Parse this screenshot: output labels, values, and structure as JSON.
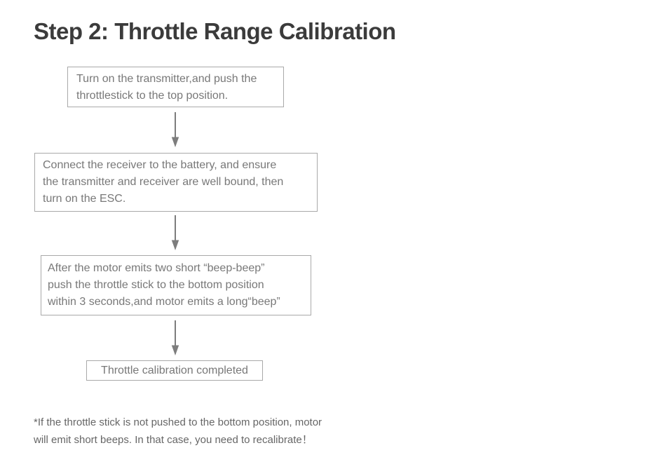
{
  "title": "Step 2: Throttle Range Calibration",
  "flowchart": {
    "steps": [
      {
        "text": "Turn on the transmitter,and push the\nthrottlestick to the top position."
      },
      {
        "text": "Connect the receiver to the battery, and ensure\nthe transmitter and receiver are well bound, then\nturn on the ESC."
      },
      {
        "text": "After the motor emits two short “beep-beep”\npush the throttle stick to the bottom position\nwithin 3 seconds,and motor emits a long“beep”"
      },
      {
        "text": "Throttle calibration completed"
      }
    ],
    "connector_icon": "down-arrow"
  },
  "footnote": "*If the throttle stick is not pushed to the bottom position, motor\nwill emit short beeps. In that case, you need to recalibrate！",
  "colors": {
    "background": "#ffffff",
    "title_text": "#3b3b3b",
    "box_border": "#a9a9a9",
    "box_text": "#787878",
    "arrow": "#7d7d7d",
    "footnote_text": "#666666"
  }
}
